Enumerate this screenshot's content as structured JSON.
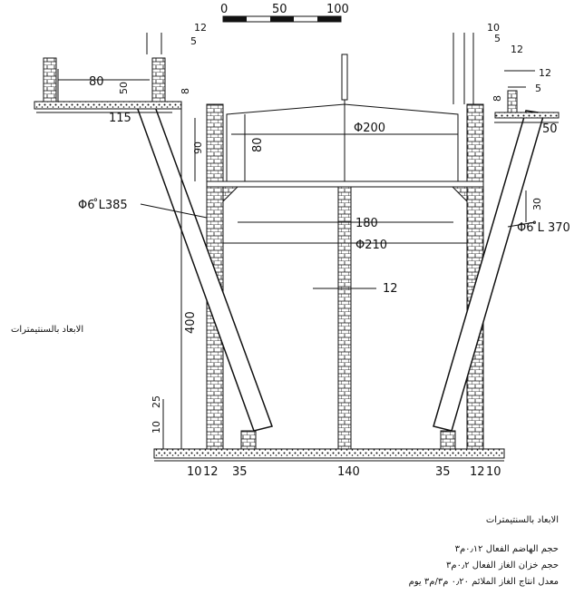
{
  "scale": {
    "ticks": [
      "0",
      "50",
      "100"
    ]
  },
  "dimensions": {
    "top_left_12": "12",
    "top_left_5": "5",
    "top_right_10": "10",
    "top_right_5": "5",
    "top_right_12": "12",
    "inlet_80": "80",
    "inlet_50": "50",
    "inlet_8": "8",
    "inlet_115": "115",
    "outlet_12": "12",
    "outlet_5": "5",
    "outlet_8": "8",
    "outlet_50": "50",
    "gas_dia": "Φ200",
    "gas_h80": "80",
    "h90": "90",
    "inner_180": "180",
    "outer_210": "Φ210",
    "wall_12": "12",
    "h400": "400",
    "h25": "25",
    "h10": "10",
    "h30": "30",
    "bottom": [
      "10",
      "12",
      "35",
      "140",
      "35",
      "12",
      "10"
    ],
    "pipe_left": "Φ6 ̊L385",
    "pipe_right": "Φ6 ̊L 370"
  },
  "notes": {
    "units_side": "الابعاد بالسنتيمترات",
    "units": "الابعاد بالسنتيمترات",
    "line1": "حجم الهاضم الفعال ٠٫١٢م٣",
    "line2": "حجم خزان الغاز الفعال ٠٫٢م٣",
    "line3": "معدل انتاج الغاز الملائم ٠٫٢٠ م٣/م٣ يوم"
  }
}
